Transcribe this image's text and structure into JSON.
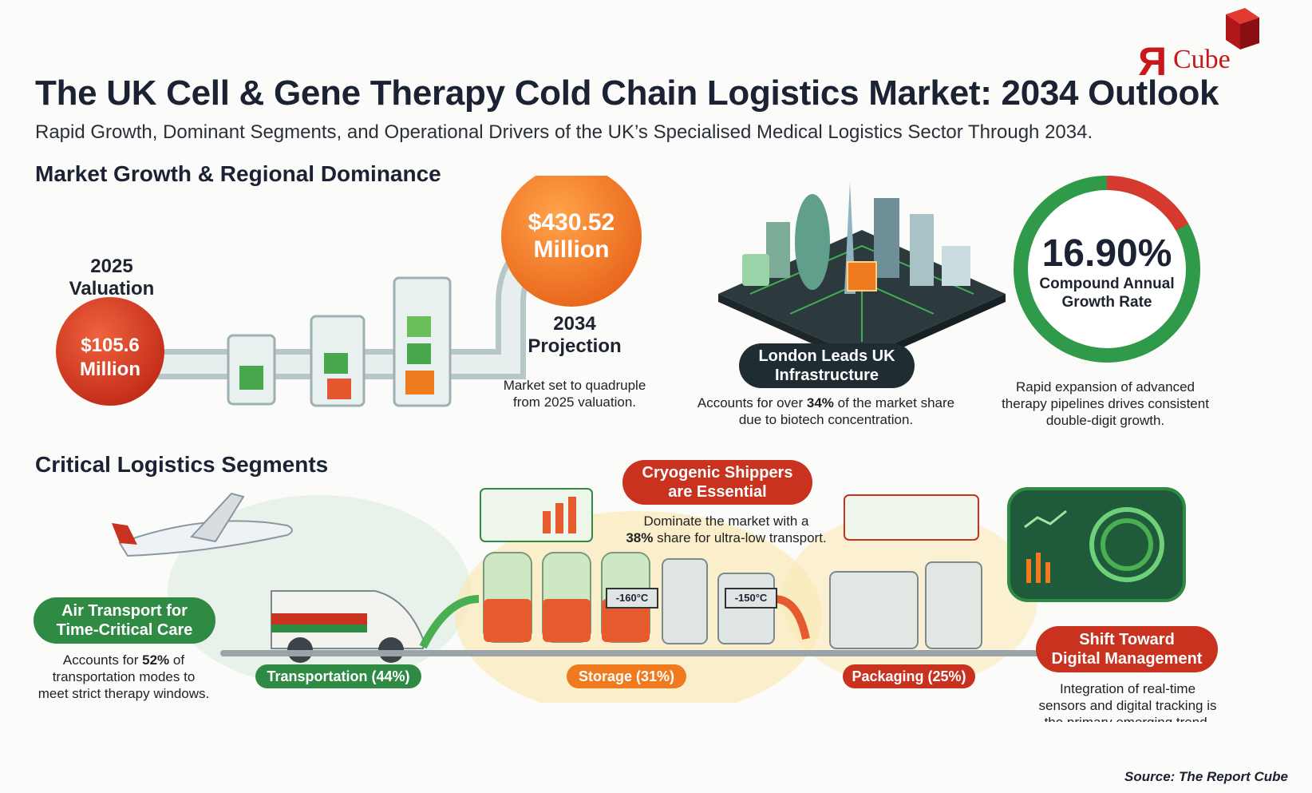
{
  "brand": {
    "logo_r": "R",
    "logo_cube": "Cube"
  },
  "header": {
    "title": "The UK Cell & Gene Therapy Cold Chain Logistics Market: 2034 Outlook",
    "subtitle": "Rapid Growth, Dominant Segments, and Operational Drivers of the UK’s Specialised Medical Logistics Sector Through 2034."
  },
  "growth": {
    "heading": "Market Growth & Regional Dominance",
    "start_label_1": "2025",
    "start_label_2": "Valuation",
    "start_value_1": "$105.6",
    "start_value_2": "Million",
    "end_value_1": "$430.52",
    "end_value_2": "Million",
    "end_label_1": "2034",
    "end_label_2": "Projection",
    "end_note_1": "Market set to quadruple",
    "end_note_2": "from 2025 valuation."
  },
  "london": {
    "badge_1": "London Leads UK",
    "badge_2": "Infrastructure",
    "note_pre": "Accounts for over ",
    "note_bold": "34%",
    "note_post": " of the market share",
    "note_2": "due to biotech concentration."
  },
  "cagr": {
    "value": "16.90%",
    "label_1": "Compound Annual",
    "label_2": "Growth Rate",
    "fraction": 0.169,
    "note_1": "Rapid expansion of advanced",
    "note_2": "therapy pipelines drives consistent",
    "note_3": "double-digit growth."
  },
  "segments": {
    "heading": "Critical Logistics Segments",
    "air_1": "Air Transport for",
    "air_2": "Time-Critical Care",
    "air_note_pre": "Accounts for ",
    "air_note_bold": "52%",
    "air_note_post": " of",
    "air_note_2": "transportation modes to",
    "air_note_3": "meet strict therapy windows.",
    "cryo_1": "Cryogenic Shippers",
    "cryo_2": "are Essential",
    "cryo_note_1": "Dominate the market with a",
    "cryo_note_bold": "38%",
    "cryo_note_post": " share for ultra-low transport.",
    "temp_1": "-160°C",
    "temp_2": "-150°C",
    "transport": "Transportation (44%)",
    "storage": "Storage (31%)",
    "packaging": "Packaging (25%)",
    "digital_1": "Shift Toward",
    "digital_2": "Digital Management",
    "digital_note_1": "Integration of real-time",
    "digital_note_2": "sensors and digital tracking is",
    "digital_note_3": "the primary emerging trend."
  },
  "source": "Source: The Report Cube",
  "colors": {
    "red": "#c8321f",
    "orange": "#f07a1e",
    "green": "#2f8a43",
    "dark": "#1f2d33",
    "ring_red": "#d63a2e",
    "ring_green": "#2e9a4a"
  }
}
